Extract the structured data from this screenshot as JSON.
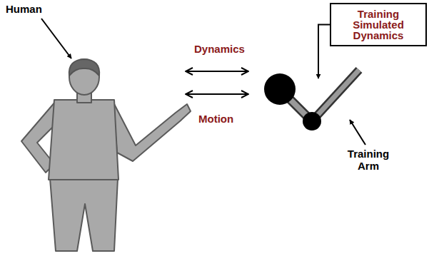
{
  "diagram": {
    "nodes": [
      {
        "text": [
          "Training Simulated Dynamics"
        ]
      }
    ],
    "labels": [
      "Human",
      "Dynamics",
      "Motion",
      "Training Arm"
    ]
  }
}
